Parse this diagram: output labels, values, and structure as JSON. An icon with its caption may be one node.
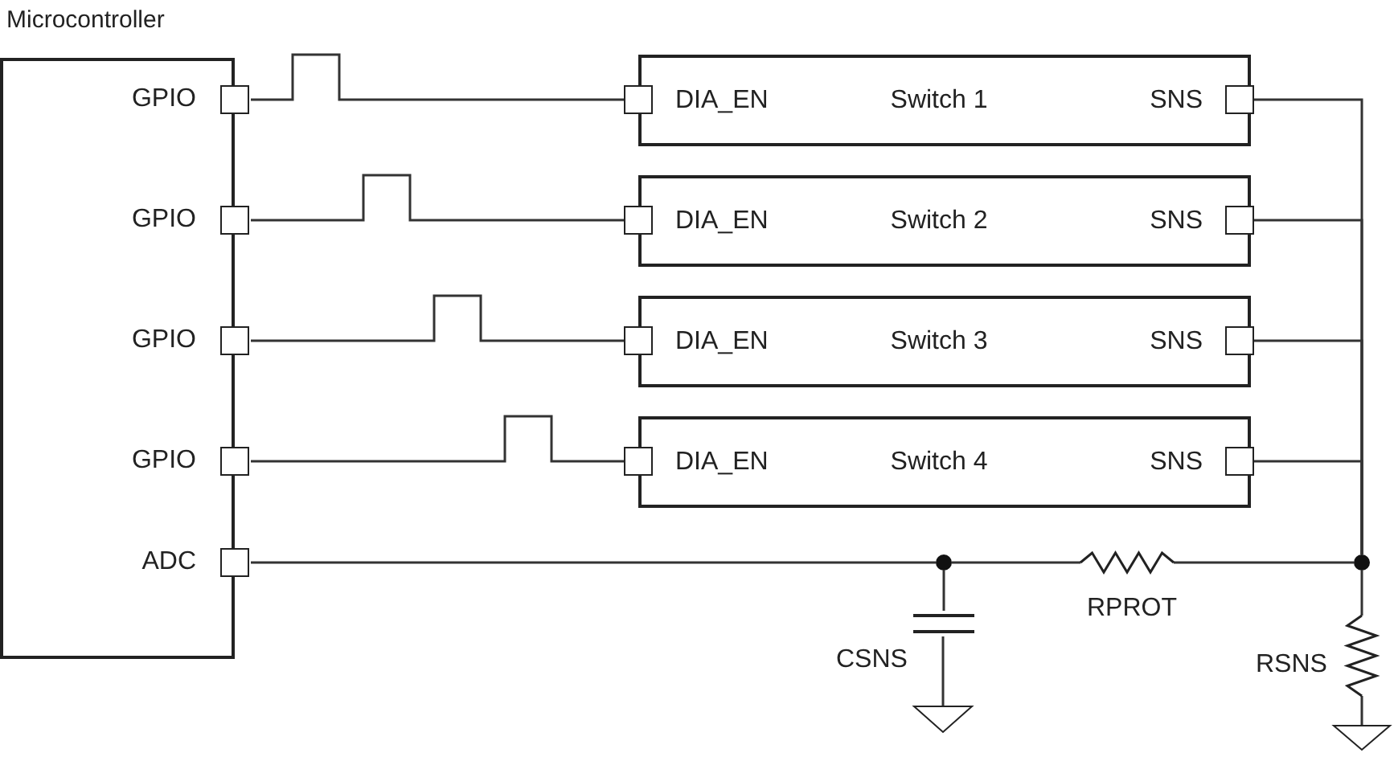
{
  "diagram": {
    "nodes": [
      {
        "text": [
          "Microcontroller",
          "GPIO",
          "GPIO",
          "GPIO",
          "GPIO",
          "ADC"
        ]
      },
      {
        "text": [
          "DIA_EN",
          "Switch 1",
          "SNS"
        ]
      },
      {
        "text": [
          "DIA_EN",
          "Switch 2",
          "SNS"
        ]
      },
      {
        "text": [
          "DIA_EN",
          "Switch 3",
          "SNS"
        ]
      },
      {
        "text": [
          "DIA_EN",
          "Switch 4",
          "SNS"
        ]
      },
      {
        "text": [],
        "shape": "circle"
      },
      {
        "text": [],
        "shape": "circle"
      },
      {
        "text": [],
        "shape": "capacitor",
        "beside": [
          "CSNS"
        ]
      },
      {
        "text": [],
        "shape": "resistor",
        "beside": [
          "RPROT"
        ]
      },
      {
        "text": [],
        "shape": "resistor",
        "beside": [
          "RSNS"
        ]
      },
      {
        "text": [],
        "shape": "ground"
      },
      {
        "text": [],
        "shape": "ground"
      }
    ],
    "edges": [
      {
        "from": 0,
        "to": 1,
        "arrow": "none"
      },
      {
        "from": 0,
        "to": 2,
        "arrow": "none"
      },
      {
        "from": 0,
        "to": 3,
        "arrow": "none"
      },
      {
        "from": 0,
        "to": 4,
        "arrow": "none"
      },
      {
        "from": 0,
        "to": 5,
        "arrow": "none"
      },
      {
        "from": 5,
        "to": 8,
        "arrow": "none"
      },
      {
        "from": 8,
        "to": 6,
        "arrow": "none"
      },
      {
        "from": 1,
        "to": 6,
        "arrow": "none"
      },
      {
        "from": 2,
        "to": 6,
        "arrow": "none"
      },
      {
        "from": 3,
        "to": 6,
        "arrow": "none"
      },
      {
        "from": 4,
        "to": 6,
        "arrow": "none"
      },
      {
        "from": 5,
        "to": 7,
        "arrow": "none"
      },
      {
        "from": 7,
        "to": 10,
        "arrow": "none"
      },
      {
        "from": 6,
        "to": 9,
        "arrow": "none"
      },
      {
        "from": 9,
        "to": 11,
        "arrow": "none"
      }
    ]
  }
}
